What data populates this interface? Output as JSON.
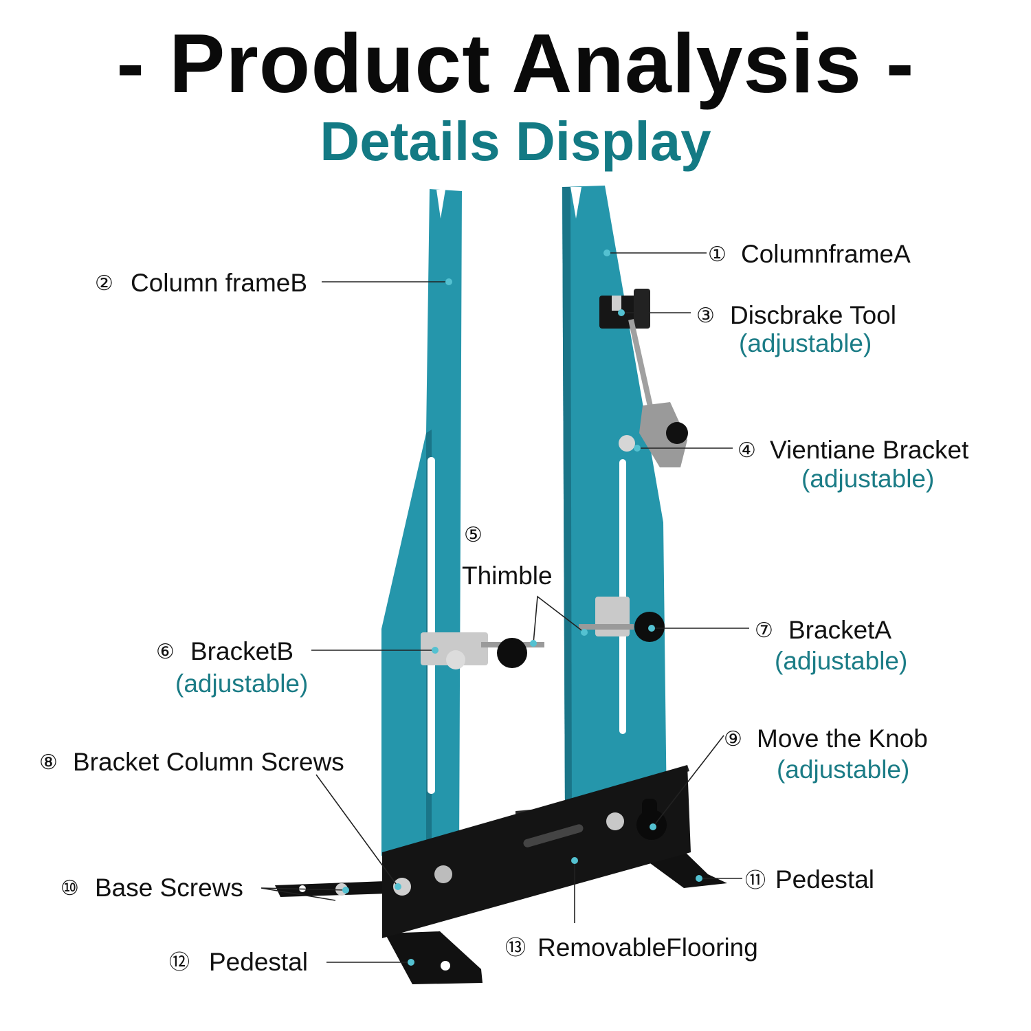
{
  "title": "- Product Analysis -",
  "subtitle": "Details Display",
  "colors": {
    "frame": "#2596ab",
    "frame_dark": "#1a7588",
    "base": "#141414",
    "accent_text": "#1b7c86",
    "dot": "#54c1d1"
  },
  "callouts": {
    "c1": {
      "num": "①",
      "label": "ColumnframeA"
    },
    "c2": {
      "num": "②",
      "label": "Column frameB"
    },
    "c3": {
      "num": "③",
      "label": "Discbrake Tool",
      "sub": "(adjustable)"
    },
    "c4": {
      "num": "④",
      "label": "Vientiane Bracket",
      "sub": "(adjustable)"
    },
    "c5": {
      "num": "⑤",
      "label": "Thimble"
    },
    "c6": {
      "num": "⑥",
      "label": "BracketB",
      "sub": "(adjustable)"
    },
    "c7": {
      "num": "⑦",
      "label": "BracketA",
      "sub": "(adjustable)"
    },
    "c8": {
      "num": "⑧",
      "label": "Bracket Column Screws"
    },
    "c9": {
      "num": "⑨",
      "label": "Move the Knob",
      "sub": "(adjustable)"
    },
    "c10": {
      "num": "⑩",
      "label": "Base Screws"
    },
    "c11": {
      "num": "⑪",
      "label": "Pedestal"
    },
    "c12": {
      "num": "⑫",
      "label": "Pedestal"
    },
    "c13": {
      "num": "⑬",
      "label": "RemovableFlooring"
    }
  }
}
